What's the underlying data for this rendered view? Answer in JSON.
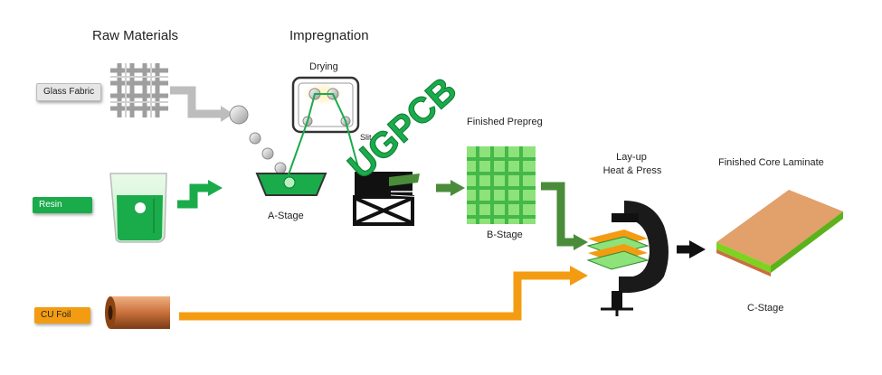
{
  "headers": {
    "raw_materials": "Raw Materials",
    "impregnation": "Impregnation"
  },
  "tags": {
    "glass_fabric": "Glass Fabric",
    "resin": "Resin",
    "cu_foil": "CU Foil"
  },
  "labels": {
    "drying": "Drying",
    "a_stage": "A-Stage",
    "slitter": "Slit",
    "finished_prepreg": "Finished Prepreg",
    "b_stage": "B-Stage",
    "layup_line1": "Lay-up",
    "layup_line2": "Heat & Press",
    "finished_core": "Finished Core Laminate",
    "c_stage": "C-Stage"
  },
  "watermark": "UGPCB",
  "colors": {
    "green": "#1aab4b",
    "dark_green": "#4a8c3a",
    "orange": "#f39c12",
    "grey": "#bdbdbd",
    "copper": "#c8703c",
    "laminate_top": "#e2a06a"
  },
  "icons": [
    "glass-fabric-icon",
    "resin-beaker-icon",
    "copper-roll-icon",
    "roller-icon",
    "dryer-icon",
    "resin-bath-icon",
    "slitter-machine-icon",
    "prepreg-mesh-icon",
    "clamp-press-icon",
    "laminate-icon"
  ]
}
